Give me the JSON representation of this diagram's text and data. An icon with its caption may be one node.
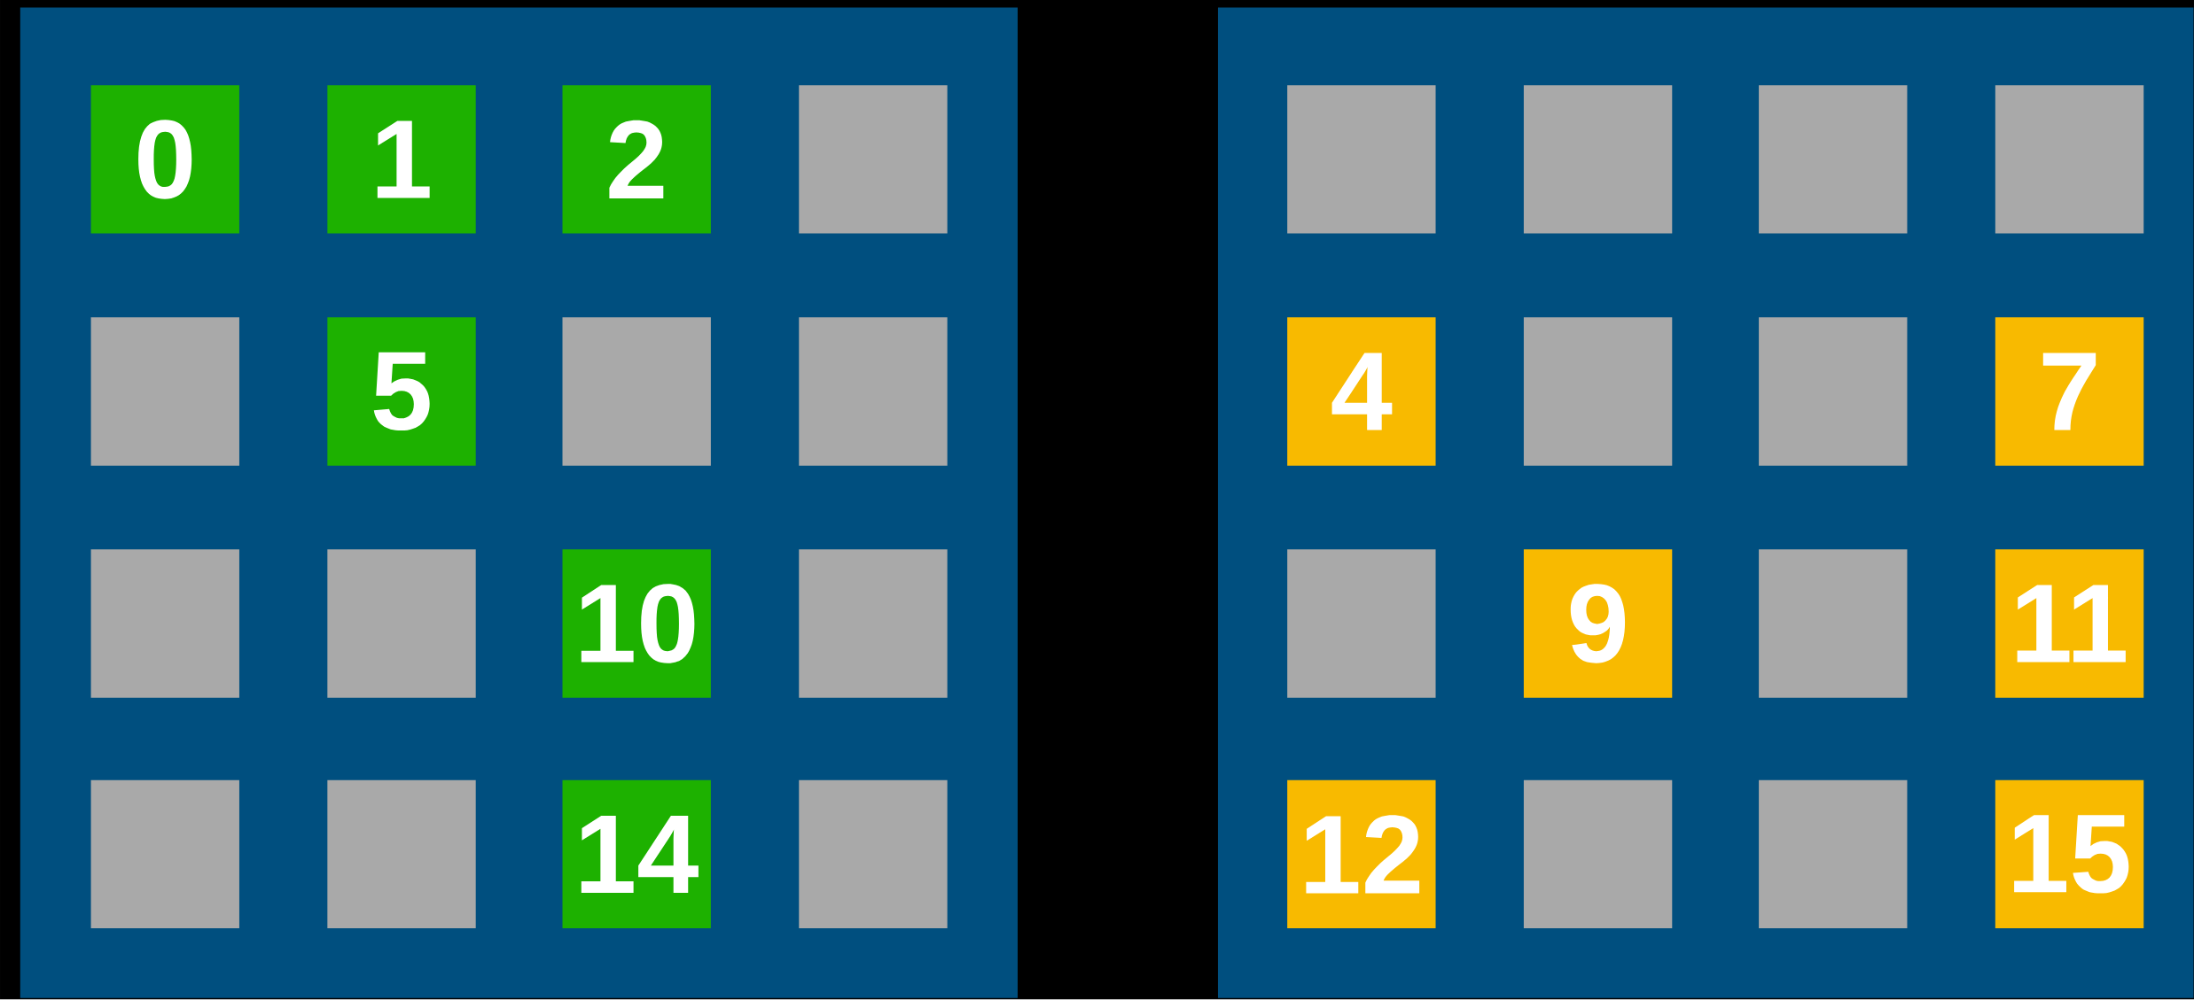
{
  "diagram": {
    "nodes": [
      {
        "text": [],
        "shape": "box"
      },
      {
        "text": [
          "0"
        ],
        "in": 0
      },
      {
        "text": [
          "1"
        ],
        "in": 0
      },
      {
        "text": [
          "2"
        ],
        "in": 0
      },
      {
        "text": [],
        "shape": "box",
        "in": 0
      },
      {
        "text": [],
        "shape": "box",
        "in": 0
      },
      {
        "text": [
          "5"
        ],
        "in": 0
      },
      {
        "text": [],
        "shape": "box",
        "in": 0
      },
      {
        "text": [],
        "shape": "box",
        "in": 0
      },
      {
        "text": [],
        "shape": "box",
        "in": 0
      },
      {
        "text": [],
        "shape": "box",
        "in": 0
      },
      {
        "text": [
          "10"
        ],
        "in": 0
      },
      {
        "text": [],
        "shape": "box",
        "in": 0
      },
      {
        "text": [],
        "shape": "box",
        "in": 0
      },
      {
        "text": [],
        "shape": "box",
        "in": 0
      },
      {
        "text": [
          "14"
        ],
        "in": 0
      },
      {
        "text": [],
        "shape": "box",
        "in": 0
      },
      {
        "text": [],
        "shape": "box"
      },
      {
        "text": [],
        "shape": "box",
        "in": 17
      },
      {
        "text": [],
        "shape": "box",
        "in": 17
      },
      {
        "text": [],
        "shape": "box",
        "in": 17
      },
      {
        "text": [],
        "shape": "box",
        "in": 17
      },
      {
        "text": [
          "4"
        ],
        "in": 17
      },
      {
        "text": [],
        "shape": "box",
        "in": 17
      },
      {
        "text": [],
        "shape": "box",
        "in": 17
      },
      {
        "text": [
          "7"
        ],
        "in": 17
      },
      {
        "text": [],
        "shape": "box",
        "in": 17
      },
      {
        "text": [
          "9"
        ],
        "in": 17
      },
      {
        "text": [],
        "shape": "box",
        "in": 17
      },
      {
        "text": [
          "11"
        ],
        "in": 17
      },
      {
        "text": [
          "12"
        ],
        "in": 17
      },
      {
        "text": [],
        "shape": "box",
        "in": 17
      },
      {
        "text": [],
        "shape": "box",
        "in": 17
      },
      {
        "text": [
          "15"
        ],
        "in": 17
      }
    ]
  }
}
